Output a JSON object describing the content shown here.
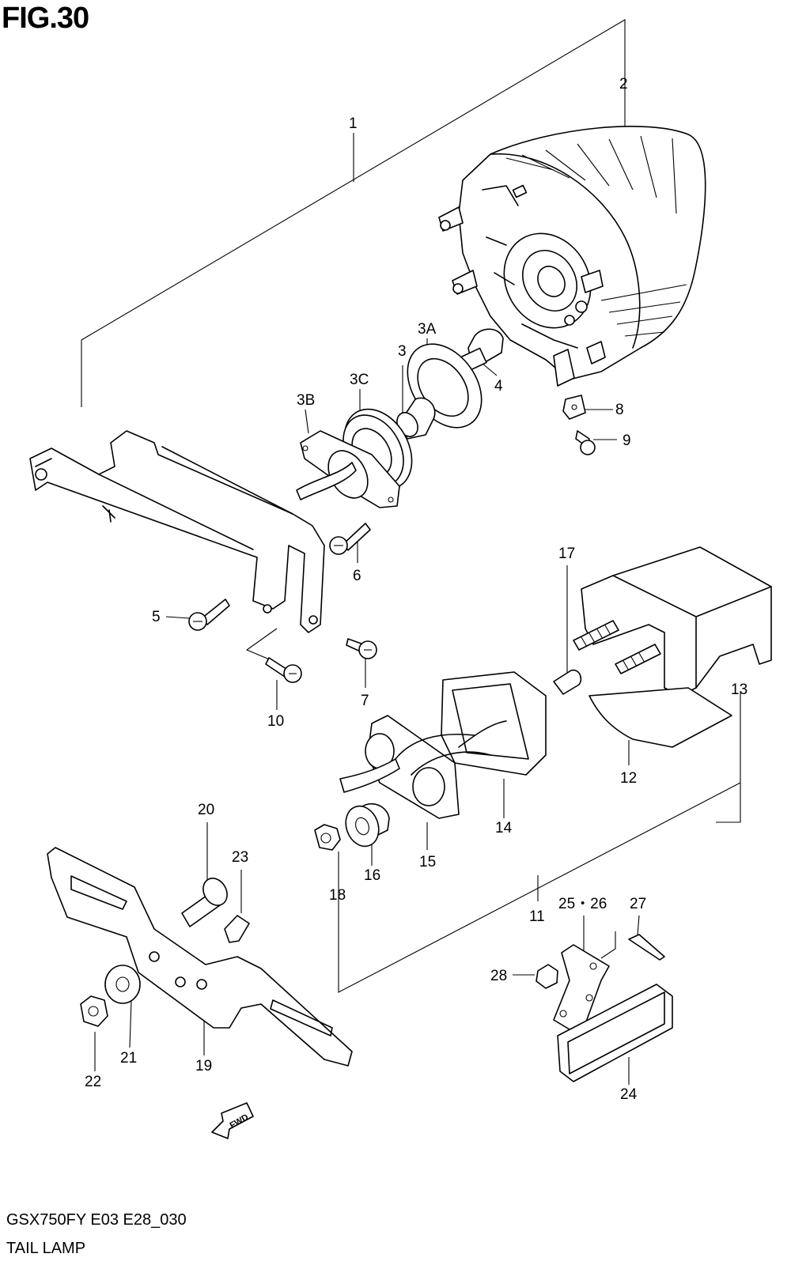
{
  "figure": {
    "title": "FIG.30",
    "code": "GSX750FY E03 E28_030",
    "name": "TAIL LAMP",
    "fwd_label": "FWD"
  },
  "callouts": [
    "1",
    "2",
    "3",
    "3A",
    "3B",
    "3C",
    "4",
    "5",
    "6",
    "7",
    "8",
    "9",
    "10",
    "11",
    "12",
    "13",
    "14",
    "15",
    "16",
    "17",
    "18",
    "19",
    "20",
    "21",
    "22",
    "23",
    "24",
    "25・26",
    "27",
    "28"
  ]
}
